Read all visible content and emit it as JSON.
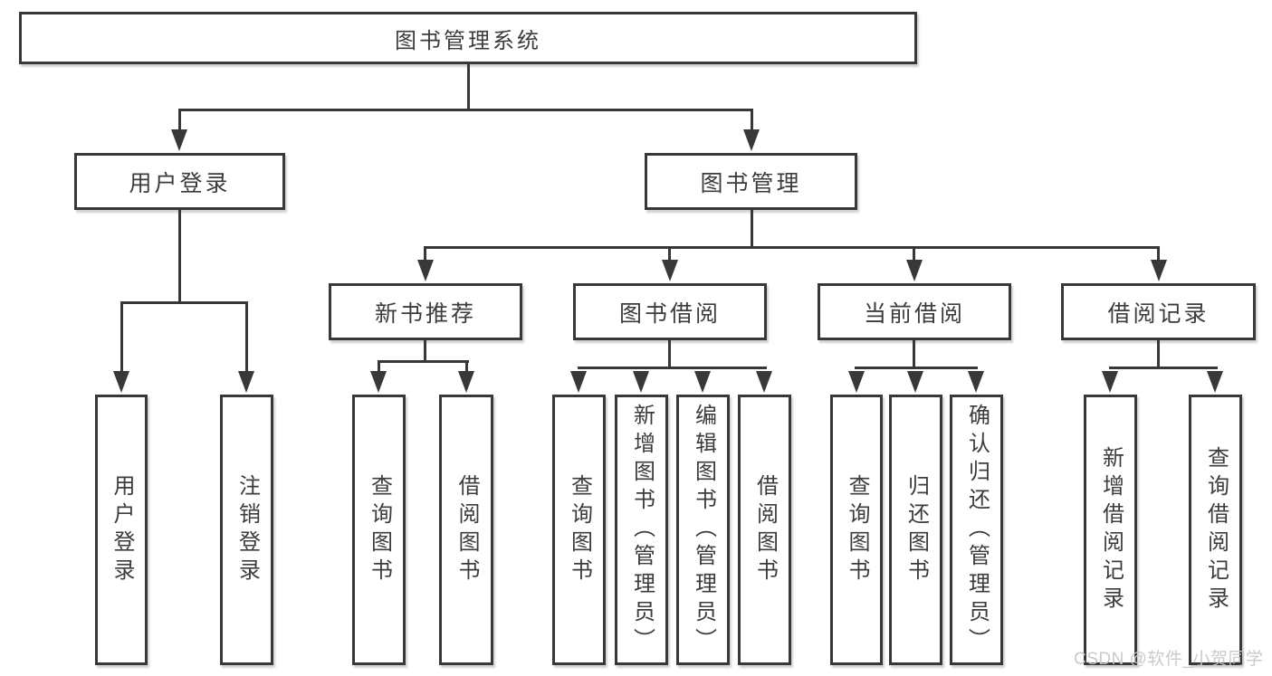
{
  "tree": {
    "root": {
      "label": "图书管理系统"
    },
    "user_login": {
      "label": "用户登录",
      "children": [
        {
          "label": "用户登录"
        },
        {
          "label": "注销登录"
        }
      ]
    },
    "book_mgmt": {
      "label": "图书管理",
      "sections": [
        {
          "label": "新书推荐",
          "children": [
            {
              "label": "查询图书"
            },
            {
              "label": "借阅图书"
            }
          ]
        },
        {
          "label": "图书借阅",
          "children": [
            {
              "label": "查询图书"
            },
            {
              "label": "新增图书（管理员）"
            },
            {
              "label": "编辑图书（管理员）"
            },
            {
              "label": "借阅图书"
            }
          ]
        },
        {
          "label": "当前借阅",
          "children": [
            {
              "label": "查询图书"
            },
            {
              "label": "归还图书"
            },
            {
              "label": "确认归还（管理员）"
            }
          ]
        },
        {
          "label": "借阅记录",
          "children": [
            {
              "label": "新增借阅记录"
            },
            {
              "label": "查询借阅记录"
            }
          ]
        }
      ]
    }
  },
  "watermark": {
    "text": "CSDN @软件_小贺同学"
  },
  "colors": {
    "line": "#383838",
    "text": "#3c3c3c",
    "background": "#ffffff",
    "watermark": "#c8c8c8"
  }
}
